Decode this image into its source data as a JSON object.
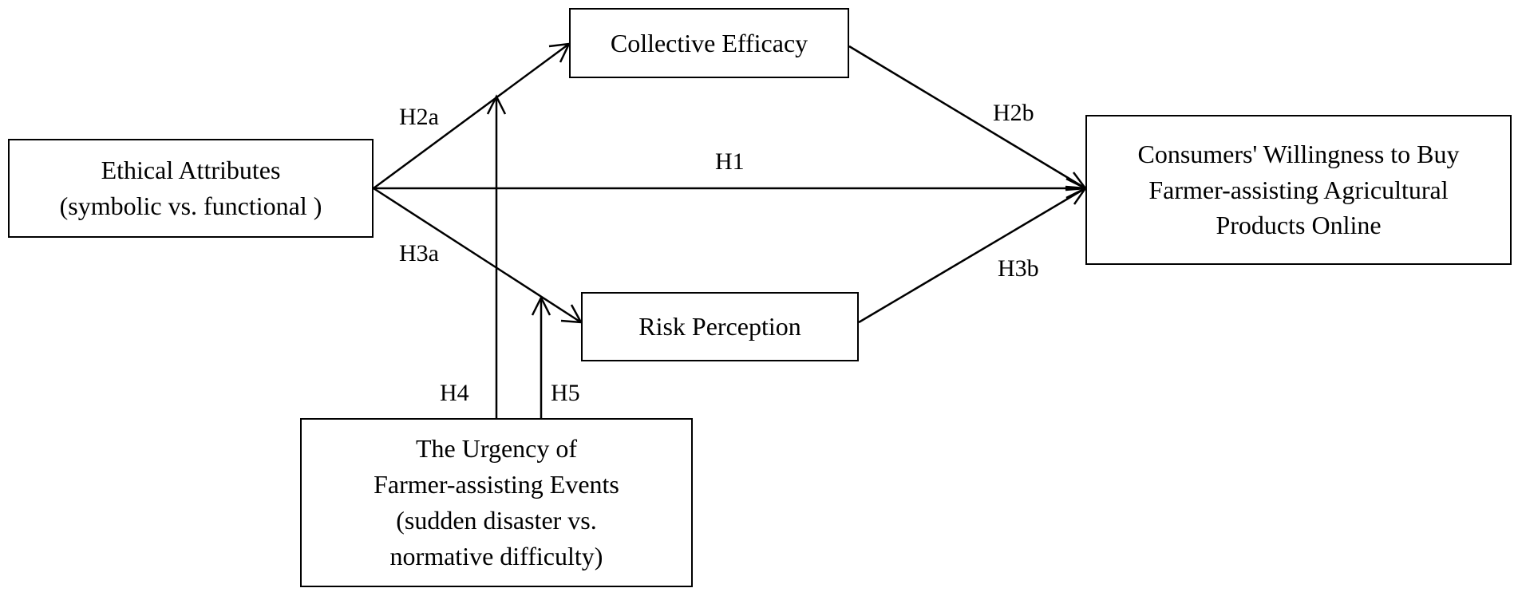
{
  "nodes": {
    "ethical_attributes": {
      "lines": [
        "Ethical Attributes",
        "(symbolic vs. functional )"
      ]
    },
    "collective_efficacy": {
      "lines": [
        "Collective Efficacy"
      ]
    },
    "risk_perception": {
      "lines": [
        "Risk Perception"
      ]
    },
    "willingness": {
      "lines": [
        "Consumers' Willingness to Buy",
        "Farmer-assisting Agricultural",
        "Products Online"
      ]
    },
    "urgency": {
      "lines": [
        "The Urgency of",
        "Farmer-assisting Events",
        "(sudden disaster vs.",
        "normative difficulty)"
      ]
    }
  },
  "edges": {
    "h1": "H1",
    "h2a": "H2a",
    "h2b": "H2b",
    "h3a": "H3a",
    "h3b": "H3b",
    "h4": "H4",
    "h5": "H5"
  }
}
